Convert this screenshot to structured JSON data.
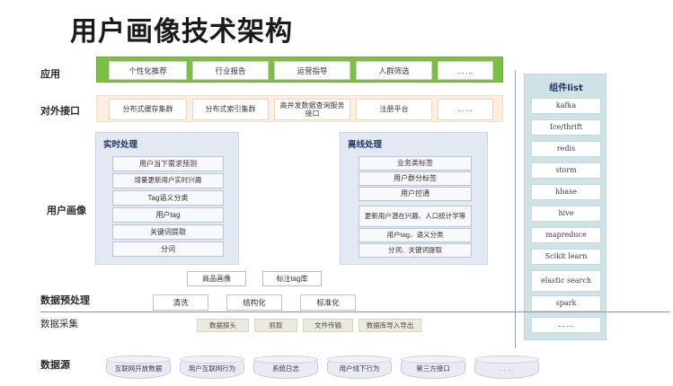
{
  "title": "用户画像技术架构",
  "row_labels": {
    "application": "应用",
    "external_interface": "对外接口",
    "user_profile": "用户画像",
    "preprocess": "数据预处理",
    "collection": "数据采集",
    "datasource": "数据源"
  },
  "colors": {
    "application_band": "#7cc043",
    "interface_band": "#fdeede",
    "panel": "#e3e9f2",
    "component_list": "#cfe3e6",
    "panel_title_text": "#1f3864"
  },
  "application": {
    "items": [
      "个性化推荐",
      "行业报告",
      "运营指导",
      "人群筛选",
      "……"
    ]
  },
  "external_interface": {
    "items": [
      "分布式缓存集群",
      "分布式索引集群",
      "高并发数据查询服务接口",
      "注册平台",
      "……"
    ]
  },
  "realtime_panel": {
    "title": "实时处理",
    "items": [
      "用户当下需求预测",
      "增量更新用户实时兴趣",
      "Tag语义分类",
      "用户tag",
      "关键词提取",
      "分词"
    ]
  },
  "offline_panel": {
    "title": "离线处理",
    "items": [
      "业务类标签",
      "用户群分标签",
      "用户控通",
      "更新用户潜在兴趣、人口统计学等",
      "用户tag、语义分类",
      "分词、关键词提取"
    ]
  },
  "middle_boxes": [
    "商品画像",
    "标注tag库"
  ],
  "preprocess": {
    "items": [
      "清洗",
      "结构化",
      "标准化"
    ]
  },
  "collection": {
    "items": [
      "数据探头",
      "抓取",
      "文件传输",
      "数据库导入导出"
    ]
  },
  "datasource": {
    "items": [
      "互联网开放数据",
      "用户互联网行为",
      "系统日志",
      "用户线下行为",
      "第三方接口",
      "……"
    ]
  },
  "component_list": {
    "title": "组件list",
    "items": [
      "kafka",
      "Ice/thrift",
      "redis",
      "storm",
      "hbase",
      "hive",
      "mapreduce",
      "Scikit learn",
      "elastic search",
      "spark",
      "……"
    ]
  }
}
